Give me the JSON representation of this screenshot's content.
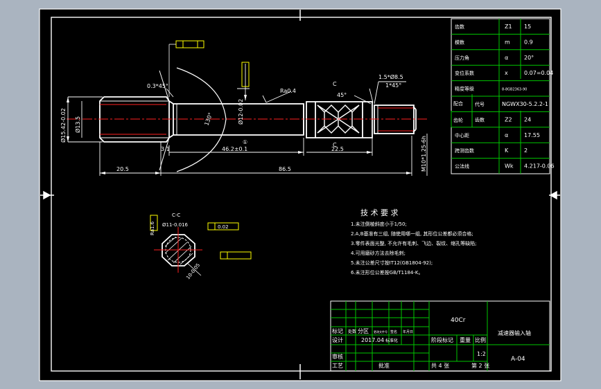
{
  "colors": {
    "backdrop": "#aab4c0",
    "sheet": "#000000",
    "line": "#ffffff",
    "dim": "#ffffff",
    "center": "#ff2020",
    "mark": "#ffff00",
    "grid": "#00c800",
    "dash": "#00d0ff"
  },
  "params": [
    {
      "name": "齿数",
      "sym": "Z1",
      "val": "15"
    },
    {
      "name": "模数",
      "sym": "m",
      "val": "0.9"
    },
    {
      "name": "压力角",
      "sym": "α",
      "val": "20°"
    },
    {
      "name": "变位系数",
      "sym": "x",
      "val": "0.07=0.04"
    },
    {
      "name": "精度等级",
      "sym": "",
      "val": "8-8GB2363-90"
    },
    {
      "name": "代号",
      "sym": "",
      "val": "NGWX30-5.2.2-1"
    },
    {
      "name": "齿数",
      "sym": "Z2",
      "val": "24"
    },
    {
      "name": "中心距",
      "sym": "α",
      "val": "17.55"
    },
    {
      "name": "跨测齿数",
      "sym": "K",
      "val": "2"
    },
    {
      "name": "公法线",
      "sym": "Wk",
      "val": "4.217-0.06"
    }
  ],
  "param_group": {
    "label1": "配合",
    "label2": "齿轮"
  },
  "tech": {
    "title": "技 术 要 求",
    "items": [
      "1.未注倒棱斜度小于1/50;",
      "2.A,B基准有三组, 随使用哪一组, 其形位公差都必须合格;",
      "3.零件表面光整, 不允许有毛刺、飞边、裂纹、缩孔等缺陷;",
      "4.可用磨砂方法去除毛刺;",
      "5.未注公差尺寸按IT12(GB1804-92);",
      "6.未注形位公差按GB/T1184-K。"
    ]
  },
  "dims": {
    "d1": "Ø15.42-0.02",
    "d2": "Ø13.5",
    "chamfer1": "0.3*45°",
    "angle": "130°",
    "len1": "20.5",
    "len2": "46.2±0.1",
    "len3": "22.5",
    "len4": "86.5",
    "len5": "3.1",
    "ra": "Ra0.4",
    "chamfer2": "1.5*Ø8.5",
    "chamfer3": "1*45°",
    "thread": "M10*1.25-6h",
    "cent": "Ø12-0.02",
    "angle2": "45°",
    "sec_dia": "Ø11-0.016",
    "sec_flat": "10-0.05",
    "sec_ra": "Ra1.6",
    "sec_label": "C-C",
    "cut_l": "C",
    "cut_r": "C",
    "circ": "①",
    "small": "0.02"
  },
  "title_block": {
    "material": "40Cr",
    "part_name": "减速器输入轴",
    "drawing_no": "A-04",
    "h_mark": "标记",
    "h_count": "处数",
    "h_zone": "分区",
    "h_doc": "更改文件号",
    "h_sign": "签名",
    "h_date": "年月日",
    "design": "设计",
    "date_val": "2017.04",
    "std": "标准化",
    "review": "审核",
    "craft": "工艺",
    "approve": "批准",
    "stage": "阶段标记",
    "weight": "重量",
    "ratio": "比例",
    "scale": "1:2",
    "total": "共 4 张",
    "sheet": "第 2 张"
  }
}
